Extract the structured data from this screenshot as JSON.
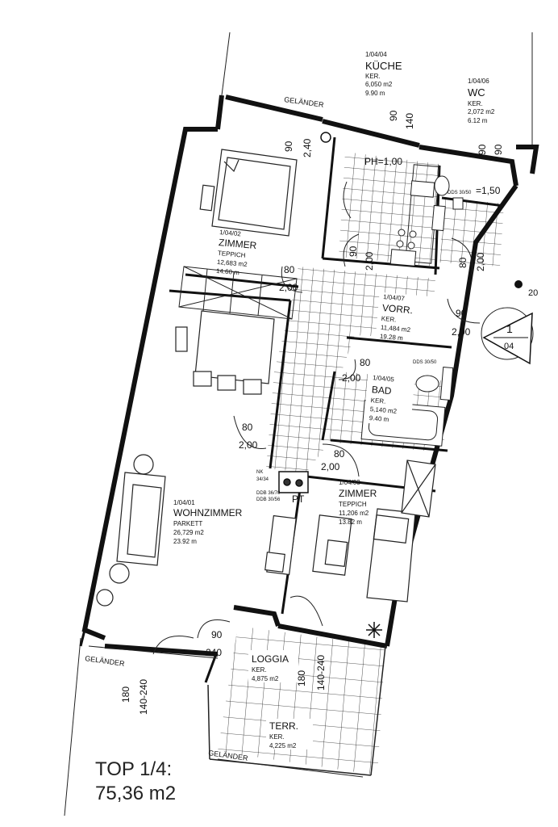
{
  "rooms": {
    "kueche": {
      "id": "1/04/04",
      "name": "KÜCHE",
      "floor": "KER.",
      "area": "6,050 m2",
      "perimeter": "9.90 m"
    },
    "wc": {
      "id": "1/04/06",
      "name": "WC",
      "floor": "KER.",
      "area": "2,072 m2",
      "perimeter": "6.12 m"
    },
    "zimmer1": {
      "id": "1/04/02",
      "name": "ZIMMER",
      "floor": "TEPPICH",
      "area": "12,683 m2",
      "perimeter": "14.60 m"
    },
    "vorraum": {
      "id": "1/04/07",
      "name": "VORR.",
      "floor": "KER.",
      "area": "11,484 m2",
      "perimeter": "19.28 m"
    },
    "bad": {
      "id": "1/04/05",
      "name": "BAD",
      "floor": "KER.",
      "area": "5,140 m2",
      "perimeter": "9.40 m"
    },
    "wohnzimmer": {
      "id": "1/04/01",
      "name": "WOHNZIMMER",
      "floor": "PARKETT",
      "area": "26,729 m2",
      "perimeter": "23.92 m"
    },
    "zimmer2": {
      "id": "1/04/03",
      "name": "ZIMMER",
      "floor": "TEPPICH",
      "area": "11,206 m2",
      "perimeter": "13.82 m"
    },
    "loggia": {
      "name": "LOGGIA",
      "floor": "KER.",
      "area": "4,875 m2"
    },
    "terrasse": {
      "name": "TERR.",
      "floor": "KER.",
      "area": "4,225 m2"
    }
  },
  "railings": {
    "top": "GELÄNDER",
    "left": "GELÄNDER",
    "bottom": "GELÄNDER"
  },
  "dimensions": {
    "d90a": "90",
    "d240a": "2,40",
    "d90b": "90",
    "d140": "140",
    "d90c": "90",
    "d90d": "90",
    "ph": "PH=1,00",
    "wcph": "=1,50",
    "d80a": "80",
    "d200a": "2,00",
    "d90e": "90",
    "d200b": "2,00",
    "d80b": "80",
    "d200c": "2,00",
    "d90f": "90",
    "d200d": "2,00",
    "d80c": "80",
    "d200e": "2,00",
    "d80d": "80",
    "d200f": "2,00",
    "d80e": "80",
    "d200g": "2,00",
    "d90g": "90",
    "d240b": "240",
    "d180a": "180",
    "d140240a": "140-240",
    "d180b": "180",
    "d140240b": "140-240"
  },
  "small_texts": {
    "nk": "NK",
    "nk2": "34/34",
    "dd1": "DDB 36/70",
    "dd2": "DDB 30/56",
    "pt": "PT",
    "dds1": "DDS 30/50",
    "dds2": "DDS 30/50"
  },
  "section_marker": {
    "number": "1",
    "sheet": "04",
    "ref": "20"
  },
  "top": {
    "line1": "TOP 1/4:",
    "line2": "75,36 m2"
  }
}
